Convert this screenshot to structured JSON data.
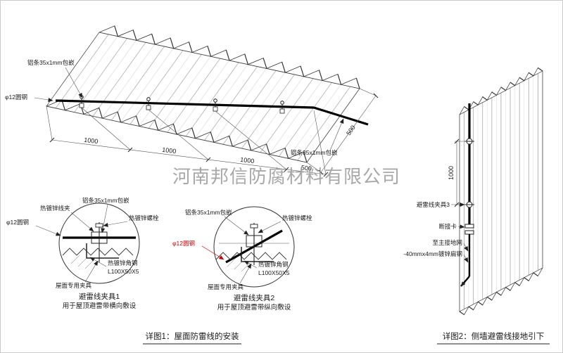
{
  "watermark": "河南邦信防腐材料有限公司",
  "roof": {
    "label_aluminum_strip_left": "铝条35x1mm包嵌",
    "label_aluminum_strip_right": "铝条35x1mm包嵌",
    "label_round_steel": "φ12圆钢",
    "dims": {
      "d1": "1000",
      "d2": "1000",
      "d3": "1000",
      "d4": "500",
      "side": "500"
    }
  },
  "clamp1": {
    "title": "避雷线夹具1",
    "subtitle": "用于屋顶避雷带横向敷设",
    "label_wire_clip": "热镀锌线夹",
    "label_aluminum_strip": "铝条35x1mm包嵌",
    "label_bolt": "热镀锌螺栓",
    "label_round_steel": "φ12圆钢",
    "label_angle_steel": "热镀锌角钢",
    "label_angle_size": "L100X50X5",
    "label_roof_fixture": "屋面专用夹具"
  },
  "clamp2": {
    "title": "避雷线夹具2",
    "subtitle": "用于屋顶避雷带纵向敷设",
    "label_aluminum_strip": "铝条35x1mm包嵌",
    "label_bolt": "热镀锌螺栓",
    "label_round_steel": "φ12圆钢",
    "label_angle_steel": "热镀锌角钢",
    "label_angle_size": "L100X50X5",
    "label_roof_fixture": "屋面专用夹具"
  },
  "wall": {
    "dim_spacing": "1000",
    "label_clamp3": "避雷线夹具3",
    "label_disconnect_card": "断接卡",
    "label_to_ground_grid": "至主接地网",
    "label_flat_steel": "-40mmx4mm镀锌扁钢"
  },
  "captions": {
    "detail1": "详图1：屋面防雷线的安装",
    "detail2": "详图2：侧墙避雷线接地引下"
  },
  "colors": {
    "line": "#222222",
    "accent_red": "#cc0000",
    "watermark": "#999999"
  }
}
